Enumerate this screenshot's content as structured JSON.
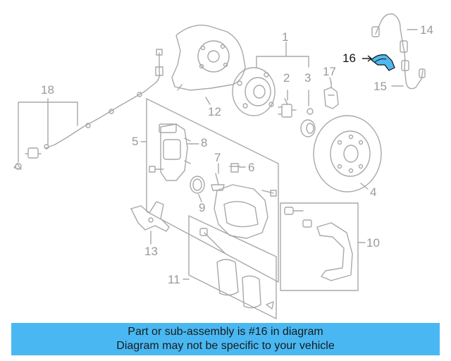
{
  "diagram": {
    "callouts": [
      {
        "id": "1",
        "label": "1"
      },
      {
        "id": "2",
        "label": "2"
      },
      {
        "id": "3",
        "label": "3"
      },
      {
        "id": "4",
        "label": "4"
      },
      {
        "id": "5",
        "label": "5"
      },
      {
        "id": "6",
        "label": "6"
      },
      {
        "id": "7",
        "label": "7"
      },
      {
        "id": "8",
        "label": "8"
      },
      {
        "id": "9",
        "label": "9"
      },
      {
        "id": "10",
        "label": "10"
      },
      {
        "id": "11",
        "label": "11"
      },
      {
        "id": "12",
        "label": "12"
      },
      {
        "id": "13",
        "label": "13"
      },
      {
        "id": "14",
        "label": "14"
      },
      {
        "id": "15",
        "label": "15"
      },
      {
        "id": "16",
        "label": "16"
      },
      {
        "id": "17",
        "label": "17"
      },
      {
        "id": "18",
        "label": "18"
      }
    ],
    "highlighted_part": "16",
    "colors": {
      "line": "#a8a8a8",
      "label": "#9a9a9a",
      "highlight_fill": "#4fb8ee",
      "highlight_label": "#111111"
    }
  },
  "banner": {
    "line1": "Part or sub-assembly is #16 in diagram",
    "line2": "Diagram may not be specific to your vehicle",
    "color": "#49b8f2"
  }
}
